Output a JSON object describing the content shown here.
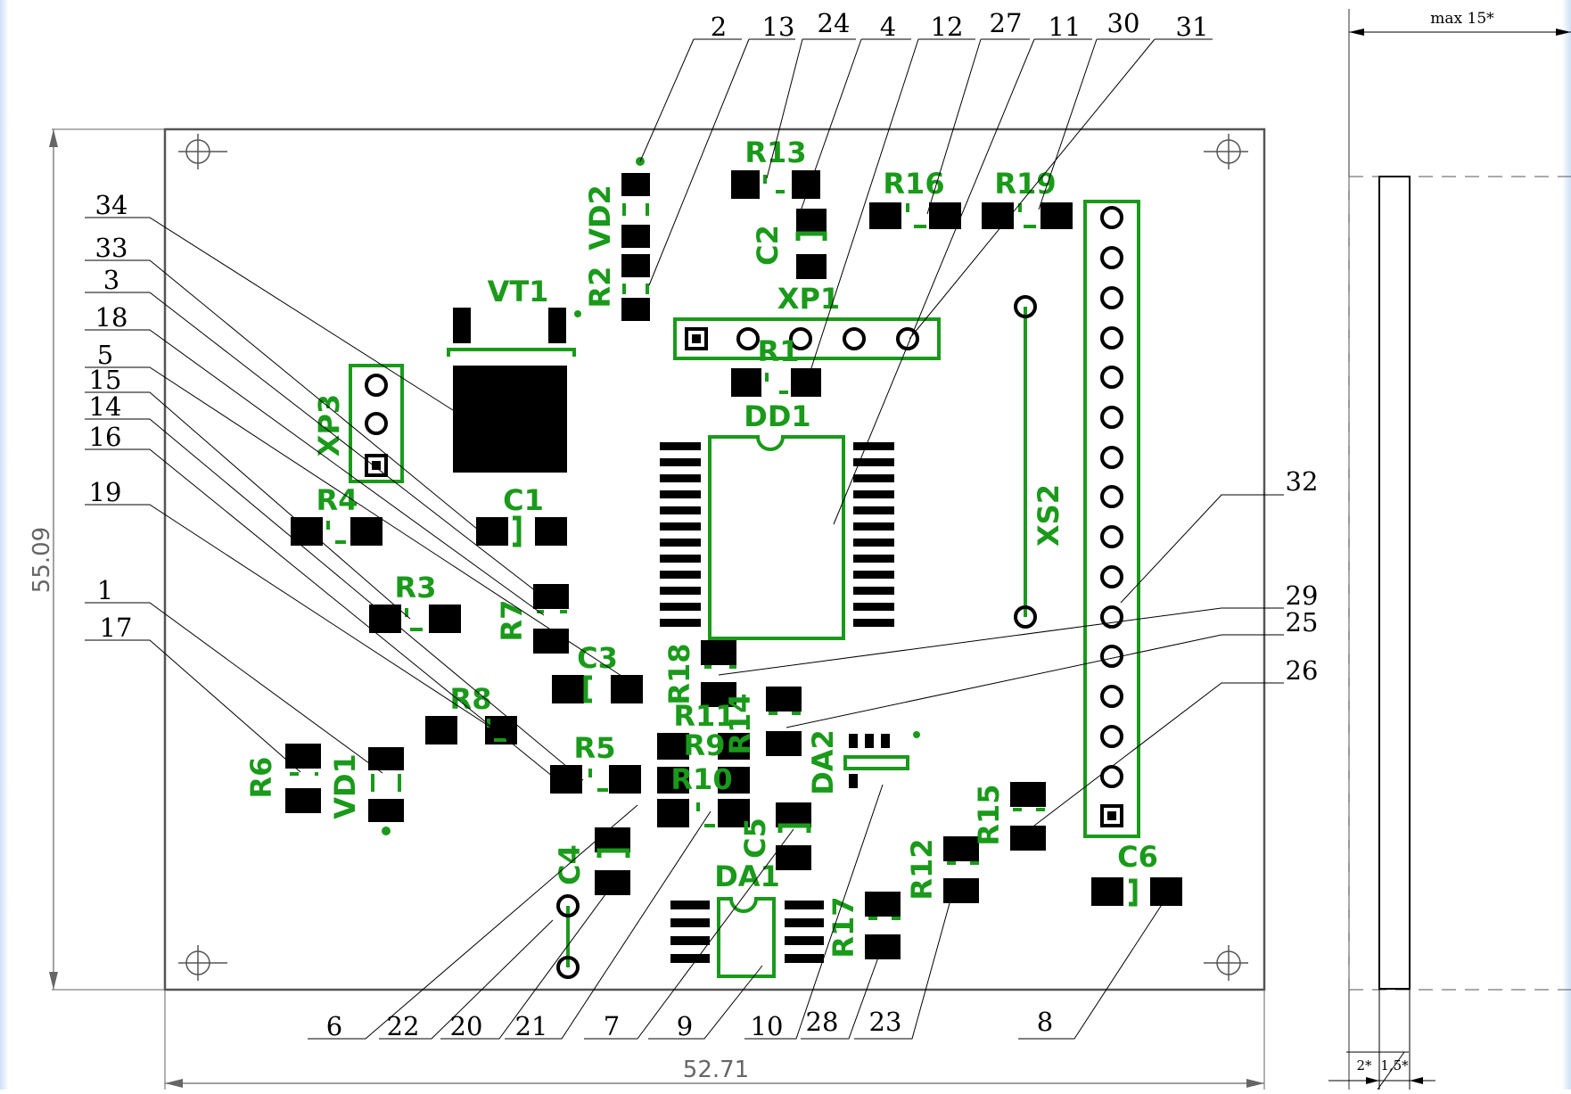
{
  "board": {
    "width_dim": "52.71",
    "height_dim": "55.09",
    "side_max": "max 15*",
    "side_thk1": "2*",
    "side_thk2": "1,5*"
  },
  "designators": [
    "VD2",
    "R13",
    "C2",
    "R16",
    "R19",
    "R2",
    "VT1",
    "XP1",
    "R1",
    "DD1",
    "XP3",
    "R4",
    "C1",
    "XS2",
    "R3",
    "R7",
    "C3",
    "R18",
    "R8",
    "R11",
    "R14",
    "R9",
    "R5",
    "DA2",
    "R10",
    "R6",
    "VD1",
    "C5",
    "R15",
    "C4",
    "R12",
    "C6",
    "DA1",
    "R17"
  ],
  "callouts_top": [
    "2",
    "13",
    "24",
    "4",
    "12",
    "27",
    "11",
    "30",
    "31"
  ],
  "callouts_left": [
    "34",
    "33",
    "3",
    "18",
    "5",
    "15",
    "14",
    "16",
    "19",
    "1",
    "17"
  ],
  "callouts_right": [
    "32",
    "29",
    "25",
    "26"
  ],
  "callouts_bottom": [
    "6",
    "22",
    "20",
    "21",
    "7",
    "9",
    "10",
    "28",
    "23",
    "8"
  ]
}
